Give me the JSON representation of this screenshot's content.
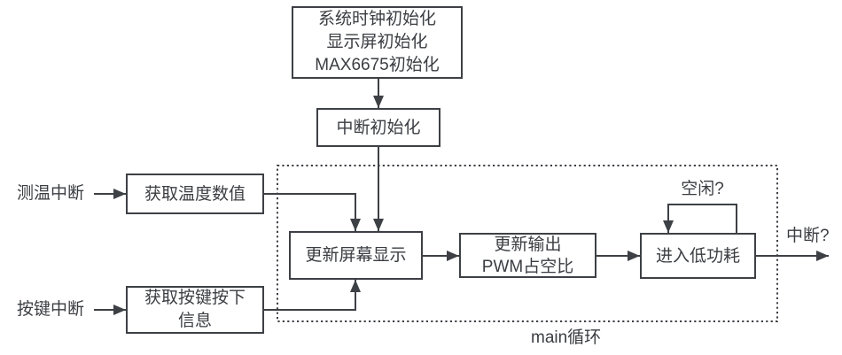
{
  "diagram": {
    "title": "main loop flowchart",
    "nodes": {
      "init_system": {
        "label": "系统时钟初始化\n显示屏初始化\nMAX6675初始化"
      },
      "init_interrupt": {
        "label": "中断初始化"
      },
      "get_temp": {
        "label": "获取温度数值"
      },
      "get_key": {
        "label": "获取按键按下\n信息"
      },
      "update_screen": {
        "label": "更新屏幕显示"
      },
      "update_pwm": {
        "label": "更新输出\nPWM占空比"
      },
      "low_power": {
        "label": "进入低功耗"
      }
    },
    "labels": {
      "temp_interrupt": "测温中断",
      "key_interrupt": "按键中断",
      "idle_question": "空闲?",
      "interrupt_question": "中断?",
      "main_loop": "main循环"
    },
    "colors": {
      "stroke": "#3d4045",
      "text": "#3a3d42",
      "background": "#ffffff"
    }
  }
}
